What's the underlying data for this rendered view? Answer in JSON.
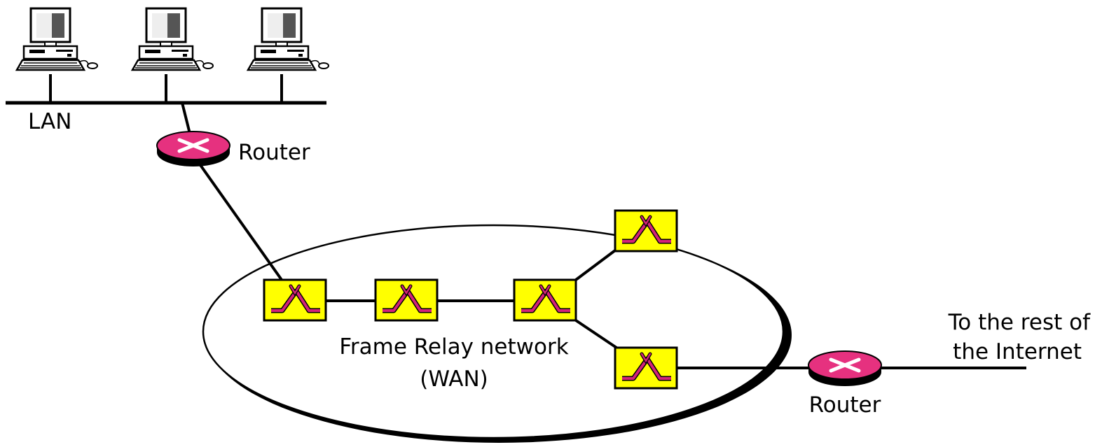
{
  "labels": {
    "lan": "LAN",
    "router_top": "Router",
    "router_bottom": "Router",
    "network_line1": "Frame Relay network",
    "network_line2": "(WAN)",
    "internet_line1": "To the rest of",
    "internet_line2": "the Internet"
  },
  "nodes": {
    "computers": [
      "computer",
      "computer",
      "computer"
    ],
    "routers": [
      "router",
      "router"
    ],
    "switches": [
      "switch",
      "switch",
      "switch",
      "switch",
      "switch"
    ]
  },
  "colors": {
    "switch_fill": "#ffff00",
    "switch_symbol": "#d4237a",
    "router_fill": "#e6317f",
    "router_shadow": "#000000",
    "lines": "#000000"
  },
  "icons": {
    "computer": "desktop-computer-icon",
    "router": "router-icon",
    "switch": "frame-relay-switch-icon"
  }
}
